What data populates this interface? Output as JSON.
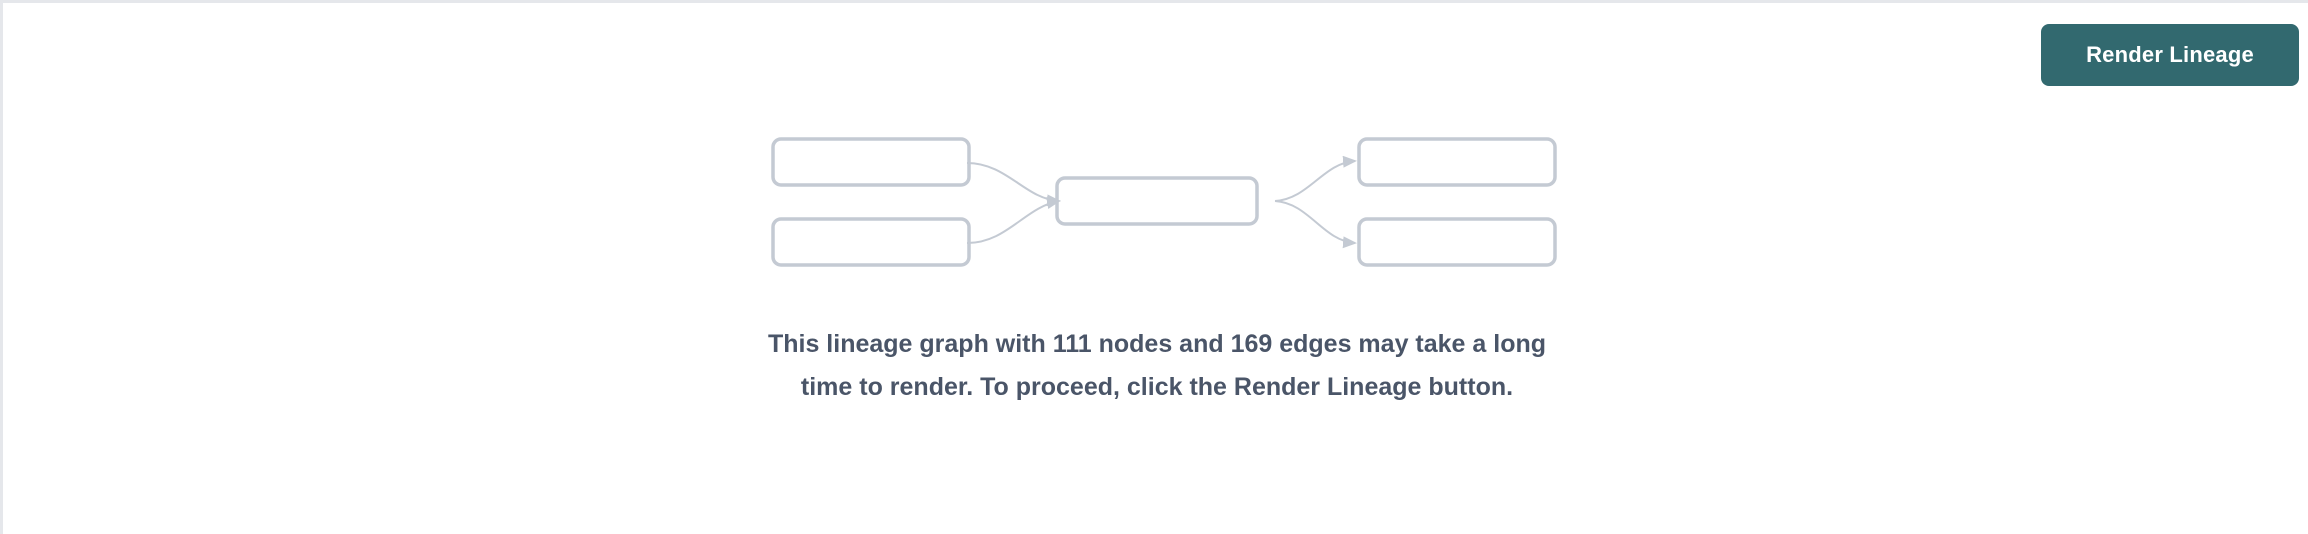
{
  "theme": {
    "accent": "#32696f",
    "node_stroke": "#c4cad3",
    "edge_stroke": "#c4cad3",
    "text": "#4a5568",
    "background": "#ffffff",
    "border": "#e5e7eb"
  },
  "toolbar": {
    "render_lineage_label": "Render Lineage"
  },
  "empty_state": {
    "message": "This lineage graph with 111 nodes and 169 edges may take a long time to render. To proceed, click the Render Lineage button.",
    "node_count": 111,
    "edge_count": 169,
    "illustration": {
      "icon_name": "lineage-graph-icon",
      "nodes": [
        {
          "id": "left-top",
          "label": ""
        },
        {
          "id": "left-bottom",
          "label": ""
        },
        {
          "id": "center",
          "label": ""
        },
        {
          "id": "right-top",
          "label": ""
        },
        {
          "id": "right-bottom",
          "label": ""
        }
      ],
      "edges": [
        {
          "from": "left-top",
          "to": "center"
        },
        {
          "from": "left-bottom",
          "to": "center"
        },
        {
          "from": "center",
          "to": "right-top"
        },
        {
          "from": "center",
          "to": "right-bottom"
        }
      ]
    }
  }
}
